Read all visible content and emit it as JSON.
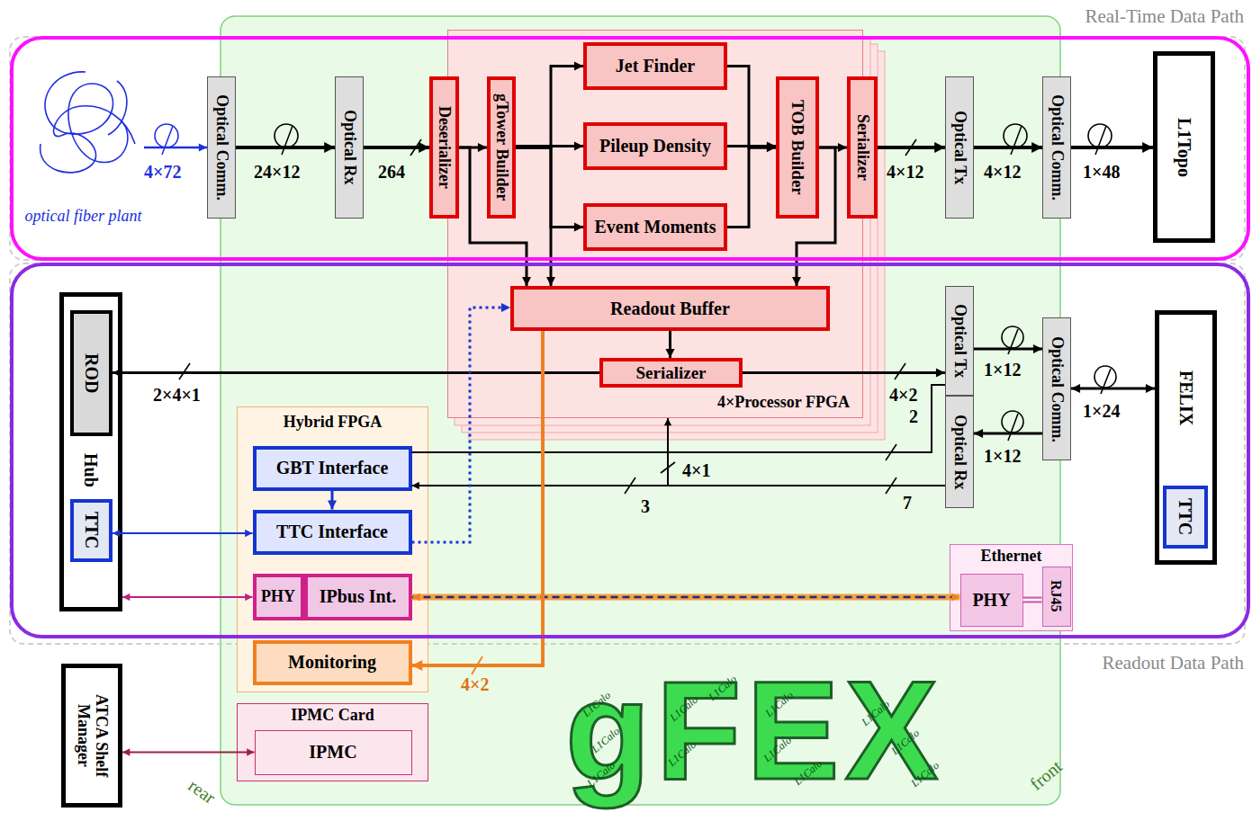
{
  "diagram": {
    "nodes": [
      {
        "text": [
          "Real-Time Data Path"
        ]
      },
      {
        "text": [
          "optical fiber plant"
        ]
      },
      {
        "text": [
          "Optical Comm."
        ]
      },
      {
        "text": [
          "Optical Rx"
        ]
      },
      {
        "text": [
          "4×Processor FPGA"
        ]
      },
      {
        "text": [
          "Deserializer"
        ],
        "in": 4
      },
      {
        "text": [
          "gTower Builder"
        ],
        "in": 4
      },
      {
        "text": [
          "Jet Finder"
        ],
        "in": 4
      },
      {
        "text": [
          "Pileup Density"
        ],
        "in": 4
      },
      {
        "text": [
          "Event Moments"
        ],
        "in": 4
      },
      {
        "text": [
          "TOB Builder"
        ],
        "in": 4
      },
      {
        "text": [
          "Serializer"
        ],
        "in": 4
      },
      {
        "text": [
          "Readout Buffer"
        ],
        "in": 4
      },
      {
        "text": [
          "Serializer"
        ],
        "in": 4
      },
      {
        "text": [
          "Optical Tx"
        ]
      },
      {
        "text": [
          "Optical Comm."
        ]
      },
      {
        "text": [
          "L1Topo"
        ]
      },
      {
        "text": [
          "Readout Data Path"
        ]
      },
      {
        "text": [
          "Hub"
        ]
      },
      {
        "text": [
          "ROD"
        ],
        "in": 18
      },
      {
        "text": [
          "TTC"
        ],
        "in": 18
      },
      {
        "text": [
          "Hybrid FPGA"
        ]
      },
      {
        "text": [
          "GBT Interface"
        ],
        "in": 21
      },
      {
        "text": [
          "TTC Interface"
        ],
        "in": 21
      },
      {
        "text": [
          "PHY"
        ],
        "in": 21
      },
      {
        "text": [
          "IPbus Int."
        ],
        "in": 21
      },
      {
        "text": [
          "Monitoring"
        ],
        "in": 21
      },
      {
        "text": [
          "Optical Tx"
        ]
      },
      {
        "text": [
          "Optical Rx"
        ]
      },
      {
        "text": [
          "Optical Comm."
        ]
      },
      {
        "text": [
          "FELIX"
        ]
      },
      {
        "text": [
          "TTC"
        ],
        "in": 30
      },
      {
        "text": [
          "Ethernet"
        ]
      },
      {
        "text": [
          "PHY"
        ],
        "in": 32
      },
      {
        "text": [
          "RJ45"
        ],
        "in": 32
      },
      {
        "text": [
          "ATCA Shelf Manager"
        ]
      },
      {
        "text": [
          "IPMC Card"
        ]
      },
      {
        "text": [
          "IPMC"
        ],
        "in": 36
      }
    ],
    "edges": [
      {
        "from": 1,
        "to": 2,
        "label": "4×72",
        "arrow": "to"
      },
      {
        "from": 2,
        "to": 3,
        "label": "24×12",
        "arrow": "to"
      },
      {
        "from": 3,
        "to": 5,
        "label": "264",
        "arrow": "to"
      },
      {
        "from": 5,
        "to": 6,
        "arrow": "to"
      },
      {
        "from": 6,
        "to": 7,
        "arrow": "to"
      },
      {
        "from": 6,
        "to": 8,
        "arrow": "to"
      },
      {
        "from": 6,
        "to": 9,
        "arrow": "to"
      },
      {
        "from": 7,
        "to": 10,
        "arrow": "to"
      },
      {
        "from": 8,
        "to": 10,
        "arrow": "to"
      },
      {
        "from": 9,
        "to": 10,
        "arrow": "to"
      },
      {
        "from": 10,
        "to": 11,
        "arrow": "to"
      },
      {
        "from": 11,
        "to": 14,
        "label": "4×12",
        "arrow": "to"
      },
      {
        "from": 14,
        "to": 15,
        "label": "4×12",
        "arrow": "to"
      },
      {
        "from": 15,
        "to": 16,
        "label": "1×48",
        "arrow": "to"
      },
      {
        "from": 5,
        "to": 12,
        "arrow": "to"
      },
      {
        "from": 6,
        "to": 12,
        "arrow": "to"
      },
      {
        "from": 10,
        "to": 12,
        "arrow": "to"
      },
      {
        "from": 12,
        "to": 13,
        "arrow": "to"
      },
      {
        "from": 13,
        "to": 19,
        "label": "2×4×1",
        "arrow": "to"
      },
      {
        "from": 13,
        "to": 27,
        "label": "4×2",
        "arrow": "to"
      },
      {
        "from": 27,
        "to": 29,
        "label": "1×12",
        "arrow": "to"
      },
      {
        "from": 29,
        "to": 30,
        "label": "1×24",
        "arrow": "both"
      },
      {
        "from": 29,
        "to": 28,
        "label": "1×12",
        "arrow": "to"
      },
      {
        "from": 28,
        "to": 22,
        "label": "3",
        "arrow": "to"
      },
      {
        "from": 28,
        "to": 4,
        "label": "4×1",
        "arrow": "to"
      },
      {
        "from": 22,
        "to": 27,
        "label": "2",
        "arrow": "none"
      },
      {
        "from": 22,
        "to": 23,
        "arrow": "to"
      },
      {
        "from": 20,
        "to": 23,
        "arrow": "both"
      },
      {
        "from": 23,
        "to": 12,
        "arrow": "to"
      },
      {
        "from": 18,
        "to": 24,
        "arrow": "both"
      },
      {
        "from": 25,
        "to": 33,
        "arrow": "both"
      },
      {
        "from": 12,
        "to": 26,
        "label": "4×2",
        "arrow": "to"
      },
      {
        "from": 33,
        "to": 34,
        "arrow": "none"
      },
      {
        "from": 35,
        "to": 37,
        "arrow": "both"
      }
    ],
    "labels": [
      "7",
      "gFEX",
      "rear",
      "front",
      "L1Calo",
      "L1Calo",
      "L1Calo",
      "L1Calo",
      "L1Calo",
      "L1Calo",
      "L1Calo",
      "L1Calo",
      "L1Calo",
      "L1Calo",
      "L1Calo",
      "L1Calo"
    ]
  }
}
